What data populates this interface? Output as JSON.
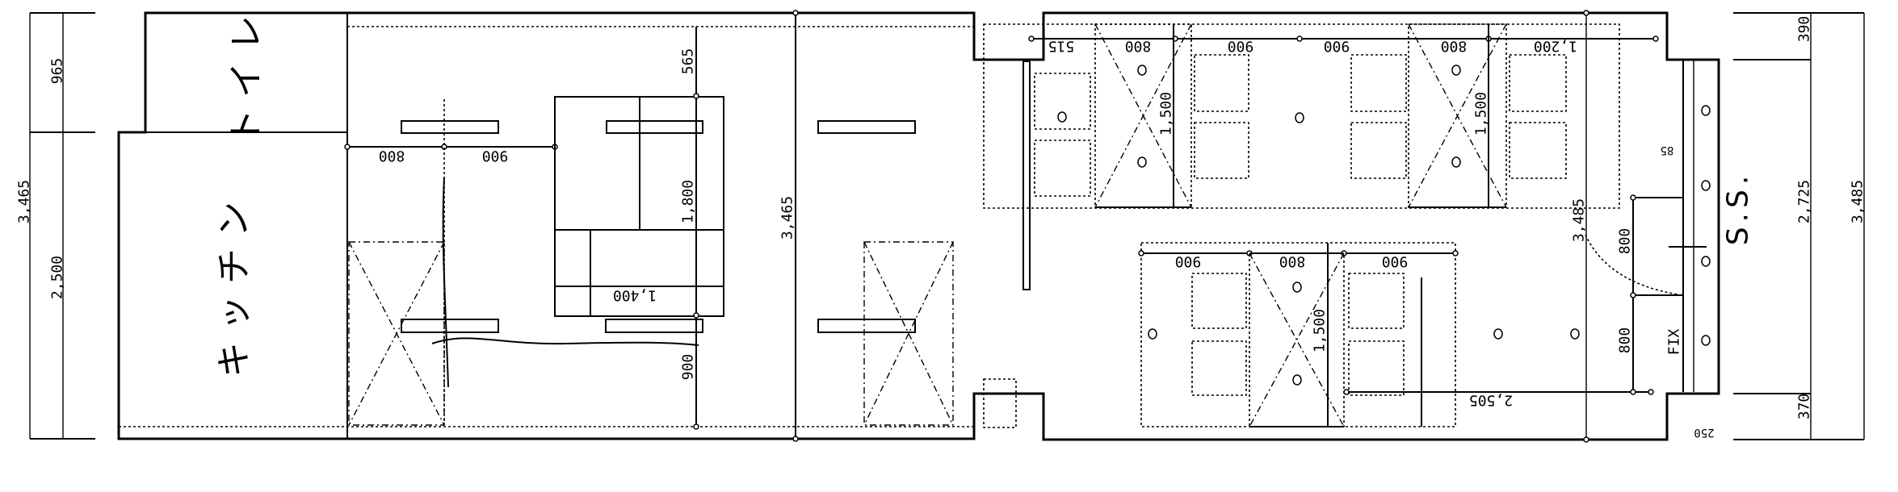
{
  "rooms": {
    "toilet": "トイレ",
    "kitchen": "キッチン",
    "ss": "S.S."
  },
  "left_dims": {
    "top": "965",
    "total": "3,465",
    "bottom": "2,500"
  },
  "left_room": {
    "dim_a": "800",
    "dim_b": "900",
    "dim_c": "565",
    "dim_d": "1,800",
    "dim_e": "900",
    "dim_f": "1,400",
    "dim_g": "3,465"
  },
  "upper_row": {
    "dims": [
      "515",
      "800",
      "900",
      "900",
      "800",
      "1,200"
    ],
    "height_a": "1,500",
    "height_b": "1,500"
  },
  "lower_row": {
    "dims": [
      "900",
      "800",
      "900"
    ],
    "height": "1,500",
    "length": "2,505"
  },
  "right_area": {
    "depth": "3,485",
    "door_a": "800",
    "door_b": "800",
    "fix": "FIX",
    "frame": "85",
    "sill": "250"
  },
  "right_dims": {
    "top": "390",
    "middle": "2,725",
    "bottom": "370",
    "total": "3,485"
  }
}
